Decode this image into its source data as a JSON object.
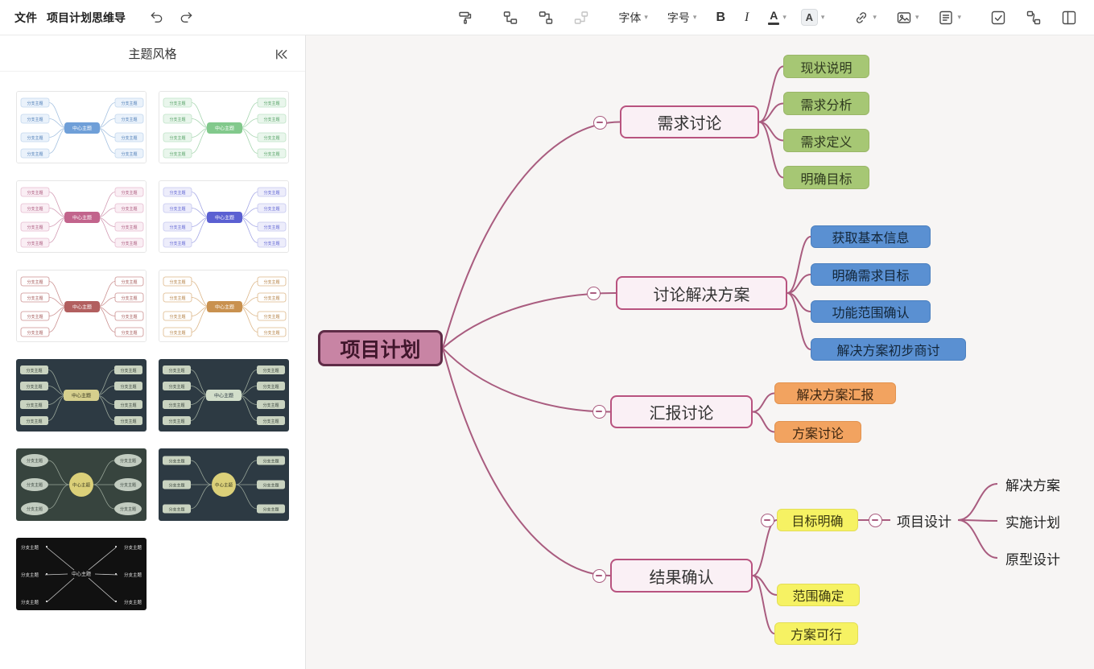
{
  "toolbar": {
    "file": "文件",
    "doc_title": "项目计划思维导",
    "font_label": "字体",
    "size_label": "字号",
    "bold_label": "B",
    "italic_label": "I",
    "font_color_letter": "A",
    "highlight_letter": "A"
  },
  "sidebar": {
    "title": "主题风格",
    "center_label": "中心主题",
    "branch_label": "分支主题",
    "themes": [
      {
        "name": "blue-light",
        "bg": "#ffffff",
        "center_fill": "#6f9fd8",
        "center_text": "#ffffff",
        "branch_fill": "#eaf2fb",
        "branch_stroke": "#c3d7ee",
        "branch_text": "#4a7ab5",
        "line": "#a3c0e0",
        "shape": "rect"
      },
      {
        "name": "green-light",
        "bg": "#ffffff",
        "center_fill": "#82c98c",
        "center_text": "#ffffff",
        "branch_fill": "#e9f6ec",
        "branch_stroke": "#bfe3c6",
        "branch_text": "#4f9e60",
        "line": "#a6d5af",
        "shape": "rect"
      },
      {
        "name": "pink-light",
        "bg": "#ffffff",
        "center_fill": "#c2648c",
        "center_text": "#ffffff",
        "branch_fill": "#faeef4",
        "branch_stroke": "#e6bcd0",
        "branch_text": "#a85378",
        "line": "#d29ab3",
        "shape": "rect"
      },
      {
        "name": "indigo-light",
        "bg": "#ffffff",
        "center_fill": "#5b60d2",
        "center_text": "#ffffff",
        "branch_fill": "#ededfb",
        "branch_stroke": "#c5c7f0",
        "branch_text": "#5b60d2",
        "line": "#a3a6e5",
        "shape": "rect"
      },
      {
        "name": "maroon-outline",
        "bg": "#ffffff",
        "center_fill": "#b25f5f",
        "center_text": "#ffffff",
        "branch_fill": "#ffffff",
        "branch_stroke": "#cb9090",
        "branch_text": "#a05050",
        "line": "#cb9090",
        "shape": "rect"
      },
      {
        "name": "amber-outline",
        "bg": "#ffffff",
        "center_fill": "#c9914f",
        "center_text": "#ffffff",
        "branch_fill": "#ffffff",
        "branch_stroke": "#dcb688",
        "branch_text": "#b07a3a",
        "line": "#dcb688",
        "shape": "rect"
      },
      {
        "name": "dark-yellow",
        "bg": "#2d3a43",
        "center_fill": "#d6cf8d",
        "center_text": "#35351f",
        "branch_fill": "#c9d3c0",
        "branch_stroke": "none",
        "branch_text": "#36423a",
        "line": "#9aa79a",
        "shape": "rect"
      },
      {
        "name": "dark-sage",
        "bg": "#2d3a43",
        "center_fill": "#d2deca",
        "center_text": "#2d3a43",
        "branch_fill": "#c9d3c0",
        "branch_stroke": "none",
        "branch_text": "#36423a",
        "line": "#9aa79a",
        "shape": "rect"
      },
      {
        "name": "dark-circles",
        "bg": "#37443e",
        "center_fill": "#dbd079",
        "center_text": "#35351f",
        "branch_fill": "#c2ccc0",
        "branch_stroke": "none",
        "branch_text": "#36423a",
        "line": "#9aa79a",
        "shape": "circle"
      },
      {
        "name": "dark-mixed",
        "bg": "#2d3a43",
        "center_fill": "#dbd079",
        "center_text": "#35351f",
        "branch_fill": "#c9d3c0",
        "branch_stroke": "none",
        "branch_text": "#36423a",
        "line": "#9aa79a",
        "shape": "mixed"
      },
      {
        "name": "black-text",
        "bg": "#111111",
        "center_fill": "none",
        "center_text": "#e8e8e8",
        "branch_fill": "none",
        "branch_stroke": "none",
        "branch_text": "#e8e8e8",
        "line": "#cccccc",
        "shape": "text"
      }
    ]
  },
  "mindmap": {
    "edge_color": "#a95c7f",
    "root": {
      "label": "项目计划",
      "fill": "#c884a4",
      "border": "#5f2c47",
      "text": "#40162c"
    },
    "branch_style": {
      "fill": "#faf0f5",
      "border": "#b8537f",
      "text": "#333333"
    },
    "branches": [
      {
        "label": "需求讨论",
        "child_fill": "#a6c774",
        "child_border": "#9ab668",
        "child_text": "#2f3a1f",
        "children": [
          "现状说明",
          "需求分析",
          "需求定义",
          "明确目标"
        ]
      },
      {
        "label": "讨论解决方案",
        "child_fill": "#5a90d2",
        "child_border": "#4c80bf",
        "child_text": "#132639",
        "children": [
          "获取基本信息",
          "明确需求目标",
          "功能范围确认",
          "解决方案初步商讨"
        ]
      },
      {
        "label": "汇报讨论",
        "child_fill": "#f2a360",
        "child_border": "#e2924f",
        "child_text": "#3a2410",
        "children": [
          "解决方案汇报",
          "方案讨论"
        ]
      },
      {
        "label": "结果确认",
        "child_fill": "#f6f263",
        "child_border": "#e3de55",
        "child_text": "#3a3810",
        "children": [
          "目标明确",
          "范围确定",
          "方案可行"
        ]
      }
    ],
    "subtree": {
      "node": "项目设计",
      "text_color": "#222222",
      "children": [
        "解决方案",
        "实施计划",
        "原型设计"
      ]
    }
  }
}
